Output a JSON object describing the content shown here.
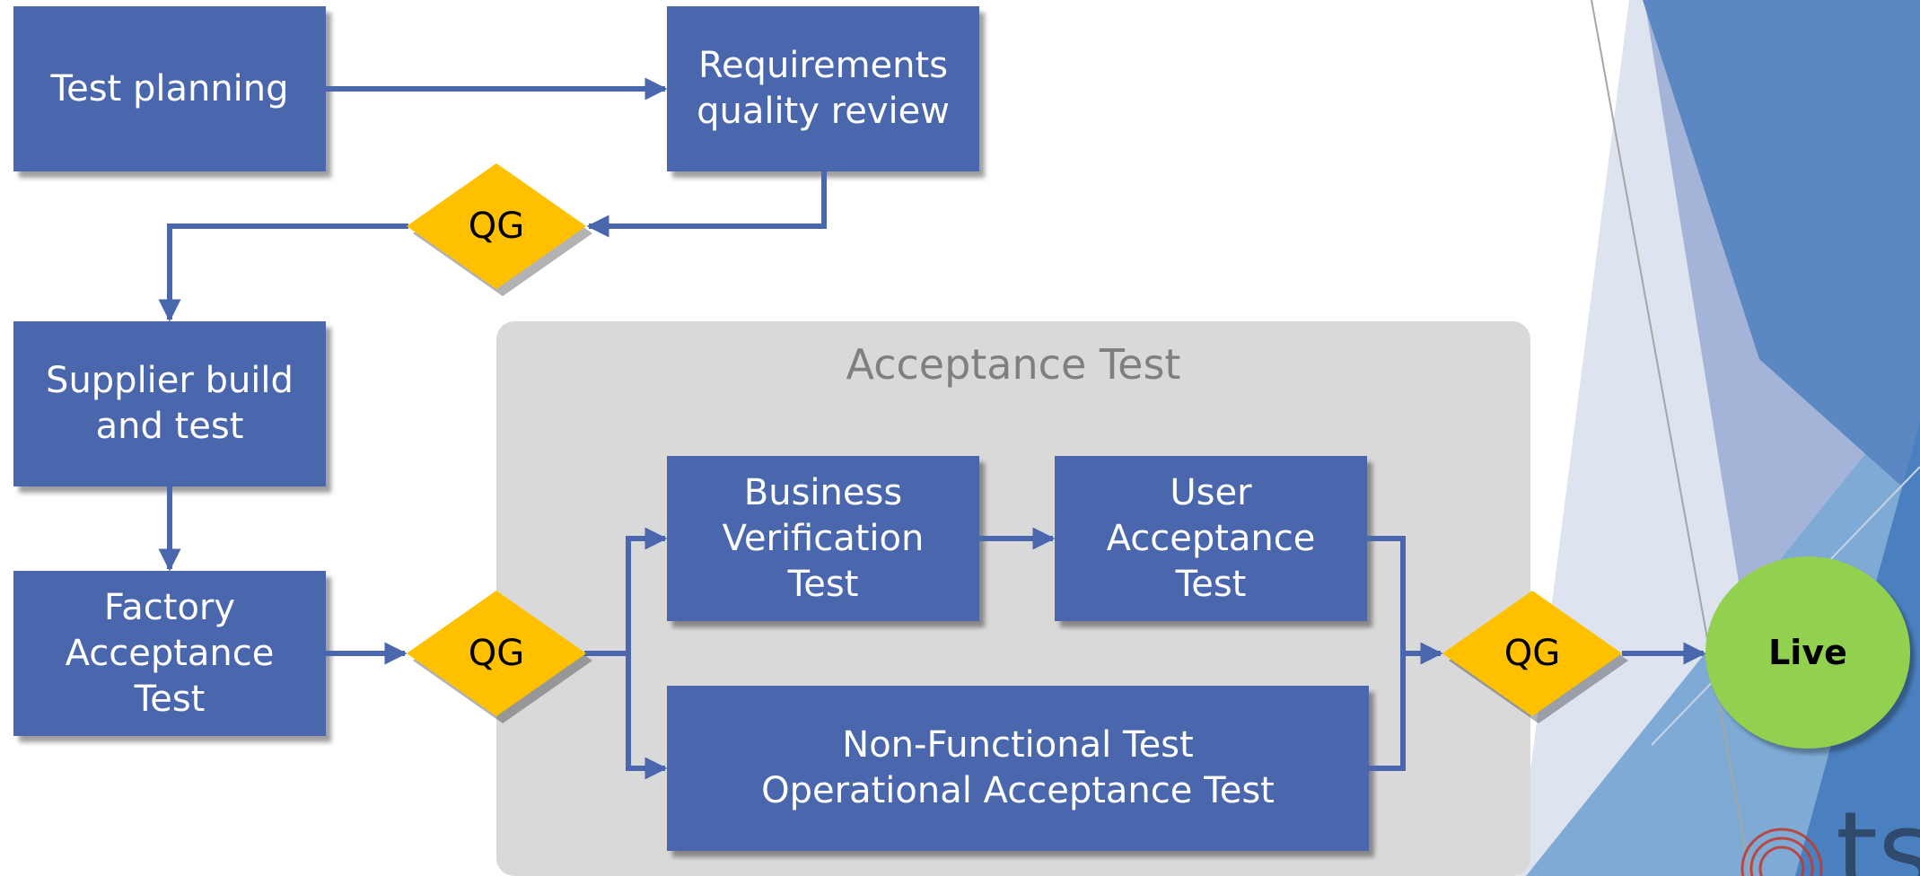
{
  "colors": {
    "box_fill": "#4a66ad",
    "box_text": "#ffffff",
    "gate_fill": "#ffc000",
    "live_fill": "#92d050",
    "panel_fill": "#d9d9d9",
    "panel_title": "#7f7f7f",
    "connector": "#4a66ad"
  },
  "nodes": {
    "test_planning": "Test planning",
    "requirements_review": "Requirements\nquality review",
    "supplier_build": "Supplier build\nand test",
    "factory_acceptance": "Factory\nAcceptance\nTest",
    "business_verification": "Business\nVerification\nTest",
    "user_acceptance": "User\nAcceptance\nTest",
    "non_functional": "Non-Functional Test\nOperational Acceptance Test"
  },
  "gates": {
    "gate_1": "QG",
    "gate_2": "QG",
    "gate_3": "QG"
  },
  "panel": {
    "title": "Acceptance Test"
  },
  "live": {
    "label": "Live"
  },
  "decor": {
    "logo_text": "ts",
    "logo_icon": "swirl-logo-icon"
  }
}
